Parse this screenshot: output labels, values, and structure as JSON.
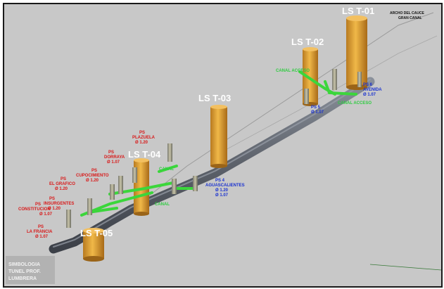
{
  "shafts": {
    "ls_top": "LS T-01",
    "ls_upper": "LS T-02",
    "ls_mid": "LS T-03",
    "ls_low": "LS T-04",
    "ls_bottom": "LS T-05"
  },
  "top_right_note": {
    "line1": "ARCHO DEL CAUCE",
    "line2": "GRAN CANAL"
  },
  "red_labels": [
    {
      "name": "PS",
      "l2": "PLAZUELA",
      "l3": "Ø 1.20"
    },
    {
      "name": "PS",
      "l2": "DORRAYA",
      "l3": "Ø 1.07"
    },
    {
      "name": "PS",
      "l2": "CUPOCIMIENTO",
      "l3": "Ø 1.20"
    },
    {
      "name": "PS",
      "l2": "EL GRAFICO",
      "l3": "Ø 1.20"
    },
    {
      "name": "PS",
      "l2": "INSURGENTES",
      "l3": "Ø 1.20"
    },
    {
      "name": "PS",
      "l2": "CONSTITUCION",
      "l3": "Ø 1.07"
    },
    {
      "name": "PS",
      "l2": "LA FRANCIA",
      "l3": "Ø 1.07"
    }
  ],
  "blue_labels": {
    "upper": {
      "l1": "PS 6",
      "l2": "AVENIDA",
      "l3": "Ø 1.07"
    },
    "upper_left": {
      "l1": "PS 5",
      "l2": "Ø 1.07"
    },
    "middle": {
      "l1": "PS 4",
      "l2": "AGUASCALIENTES",
      "l3": "Ø 1.20",
      "l4": "Ø 1.07"
    }
  },
  "green_labels": {
    "top": "CANAL ACCESO",
    "right": "CANAL ACCESO",
    "mid": "CANAL",
    "low": "CANAL"
  },
  "corner_note": {
    "line1": "SIMBOLOGIA",
    "line2": "TUNEL PROF.",
    "line3": "LUMBRERA"
  },
  "colors": {
    "background": "#c8c8c8",
    "pipe": "#6a6f78",
    "shaft": "#e0a030",
    "connector": "#3bd63b",
    "red_text": "#d81818",
    "blue_text": "#1830d0"
  }
}
